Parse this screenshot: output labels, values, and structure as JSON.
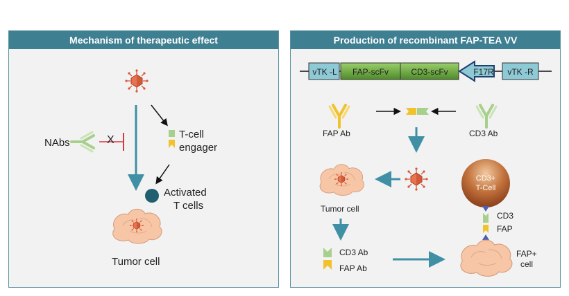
{
  "left_panel": {
    "title": "Mechanism of therapeutic effect",
    "labels": {
      "nabs": "NAbs",
      "block_mark": "X",
      "tcell_engager_line1": "T-cell",
      "tcell_engager_line2": "engager",
      "activated_line1": "Activated",
      "activated_line2": "T cells",
      "tumor_cell": "Tumor cell"
    }
  },
  "right_panel": {
    "title": "Production of recombinant FAP-TEA VV",
    "construct": {
      "segments": [
        "vTK -L",
        "FAP-scFv",
        "CD3-scFv",
        "F17R",
        "vTK -R"
      ]
    },
    "labels": {
      "fap_ab": "FAP Ab",
      "cd3_ab": "CD3 Ab",
      "tumor_cell": "Tumor cell",
      "cd3_ab_small": "CD3 Ab",
      "fap_ab_small": "FAP Ab",
      "cd3_tcell_line1": "CD3+",
      "cd3_tcell_line2": "T-Cell",
      "cd3": "CD3",
      "fap": "FAP",
      "fap_cell_line1": "FAP+",
      "fap_cell_line2": "cell"
    }
  },
  "colors": {
    "header": "#3f7f92",
    "arrow_teal": "#3f8fa5",
    "virus": "#d9573a",
    "tumor": "#f6c6a6",
    "antibody_green": "#a8d08d",
    "antibody_yellow": "#f2c12e",
    "activated_cell": "#1f5f6f",
    "construct_box": "#8ec9d6",
    "construct_green": "#6aaa3a",
    "tcell_brown": "#a0522d",
    "inhibit_red": "#d9363e"
  }
}
